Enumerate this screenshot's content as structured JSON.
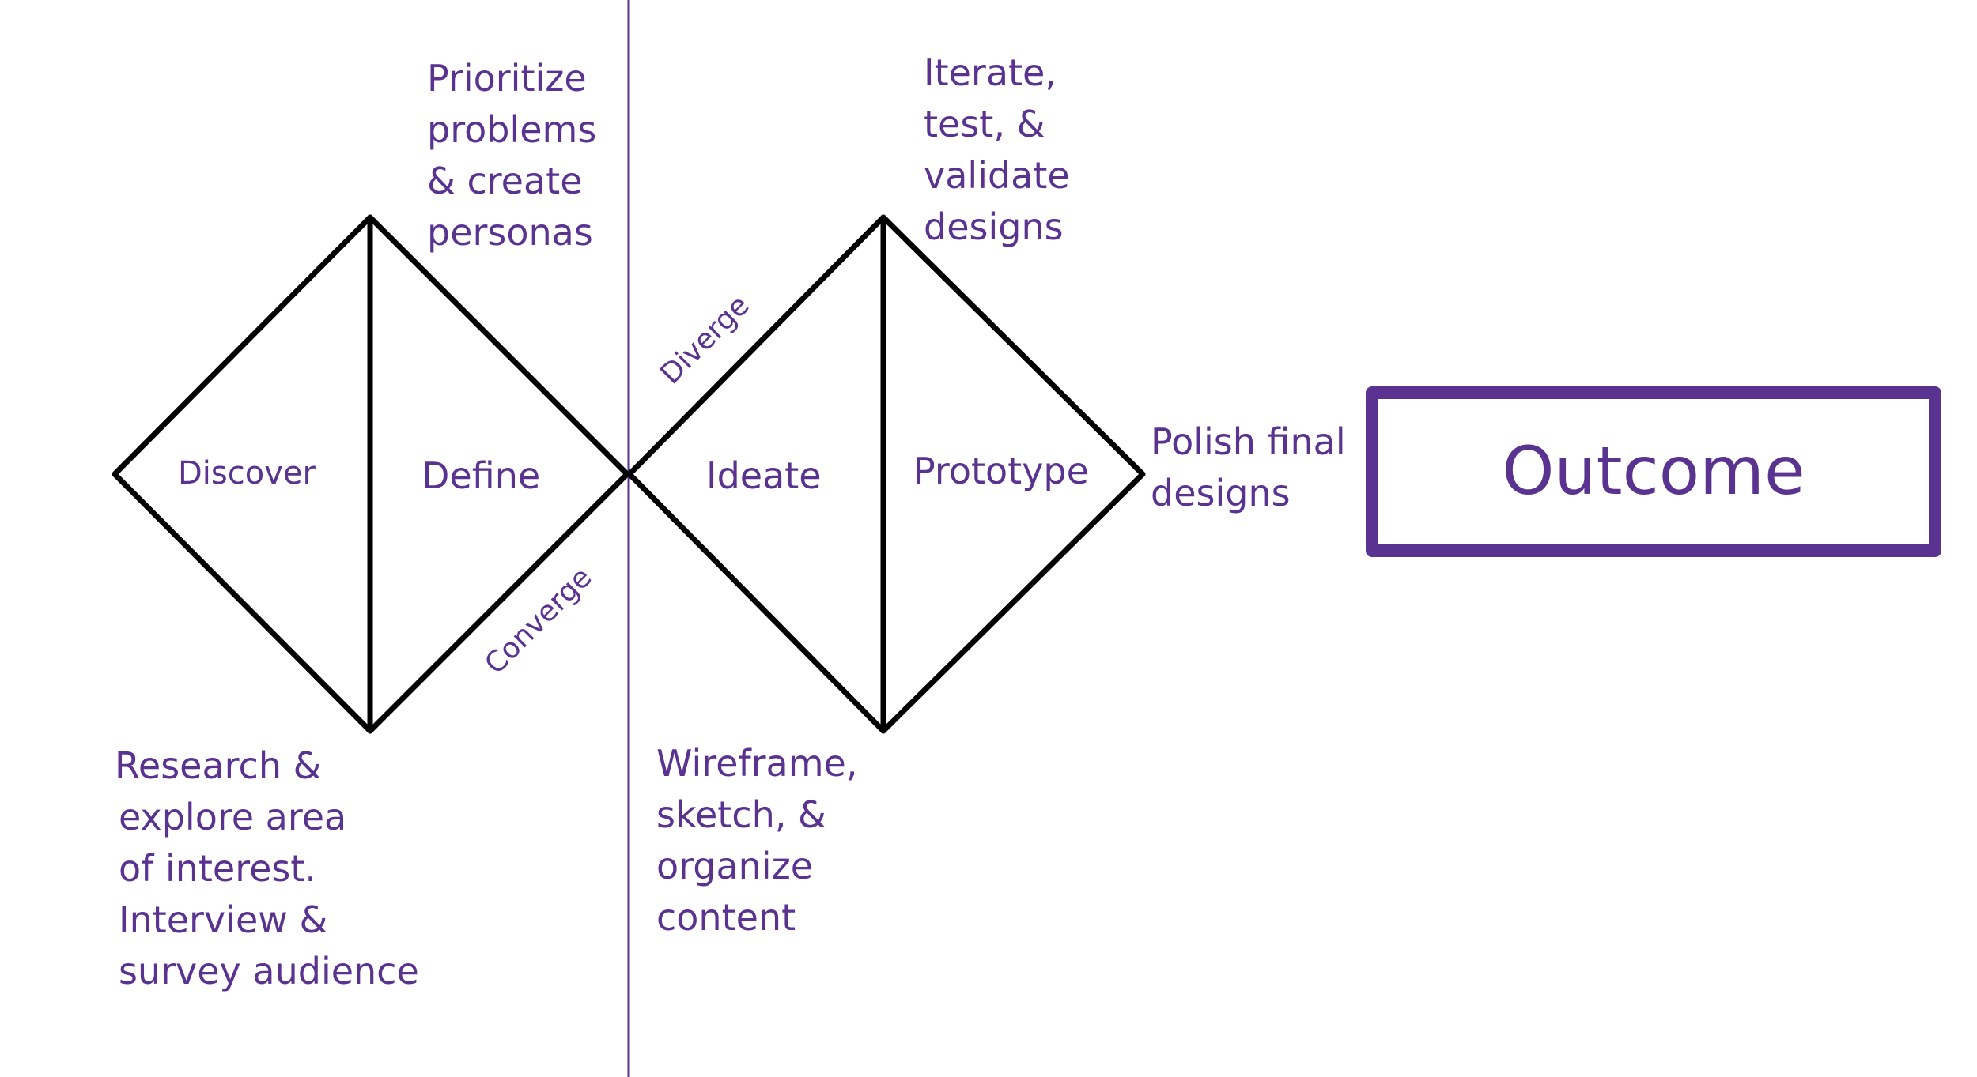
{
  "colors": {
    "accent": "#5a3391",
    "outline": "#000000",
    "background": "#ffffff"
  },
  "phases": {
    "discover": "Discover",
    "define": "Define",
    "ideate": "Ideate",
    "prototype": "Prototype"
  },
  "flow_labels": {
    "diverge": "Diverge",
    "converge": "Converge"
  },
  "notes": {
    "define_top": [
      "Prioritize",
      "problems",
      "& create",
      "personas"
    ],
    "discover_bottom": [
      "Research &",
      "explore area",
      "of interest.",
      "Interview &",
      "survey audience"
    ],
    "prototype_top": [
      "Iterate,",
      "test, &",
      "validate",
      "designs"
    ],
    "ideate_bottom": [
      "Wireframe,",
      "sketch, &",
      "organize",
      "content"
    ],
    "polish": [
      "Polish final",
      "designs"
    ]
  },
  "outcome": {
    "label": "Outcome"
  }
}
